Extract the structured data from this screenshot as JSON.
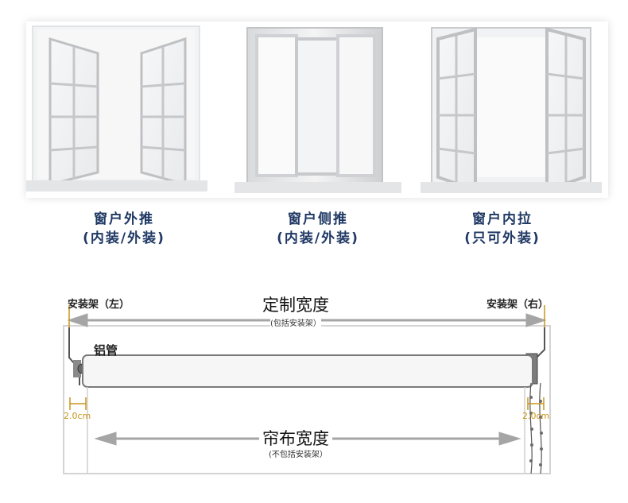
{
  "windows": [
    {
      "title": "窗户外推",
      "note": "(内装/外装)"
    },
    {
      "title": "窗户侧推",
      "note": "(内装/外装)"
    },
    {
      "title": "窗户内拉",
      "note": "(只可外装)"
    }
  ],
  "diagram": {
    "bracket_left": "安装架（左）",
    "bracket_right": "安装架（右）",
    "custom_width": "定制宽度",
    "custom_width_note": "(包括安装架）",
    "tube": "铝管",
    "fabric_width": "帘布宽度",
    "fabric_width_note": "(不包括安装架）",
    "gap_left": "2.0cm",
    "gap_right": "2.0cm"
  },
  "colors": {
    "caption": "#1f3864",
    "accent": "#c8951a",
    "arrow": "#9a9a9a"
  }
}
